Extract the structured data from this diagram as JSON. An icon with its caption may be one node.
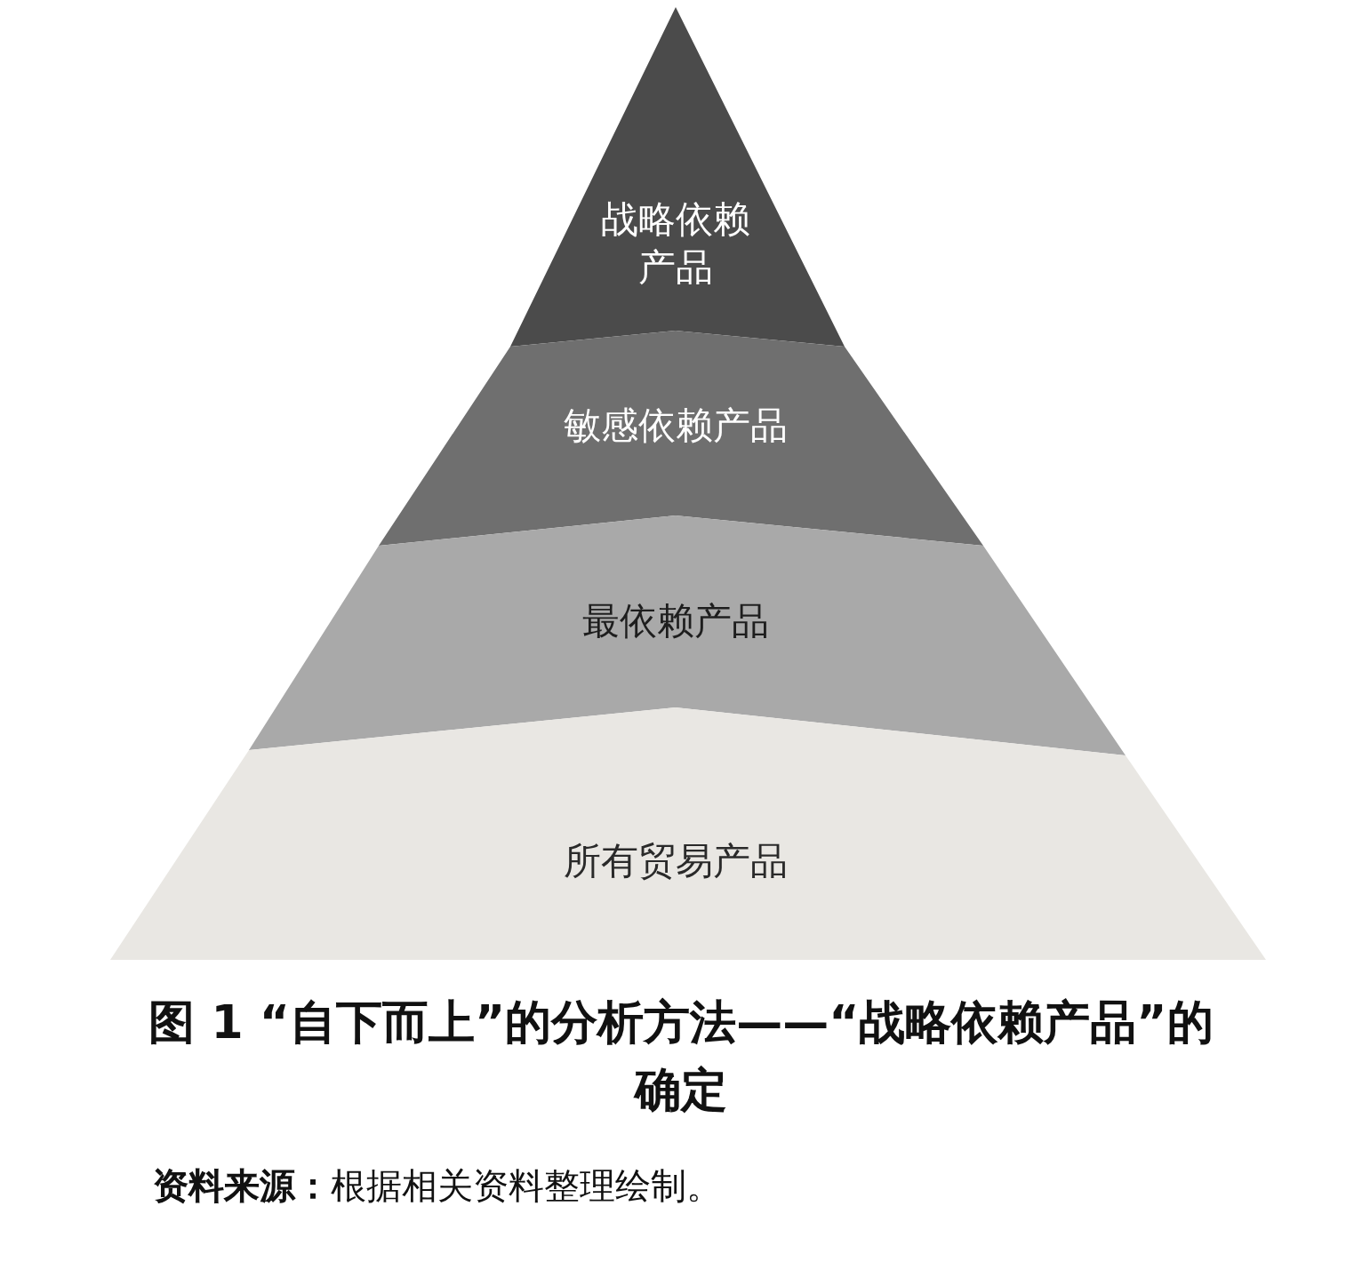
{
  "diagram": {
    "caption": "图 1 “自下而上”的分析方法——“战略依赖产品”的确定",
    "nodes": [
      {
        "text": [
          "战略依赖产品"
        ]
      },
      {
        "text": [
          "敏感依赖产品"
        ]
      },
      {
        "text": [
          "最依赖产品"
        ]
      },
      {
        "text": [
          "所有贸易产品"
        ]
      }
    ],
    "labels": [
      "**资料来源：**根据相关资料整理绘制。"
    ]
  }
}
